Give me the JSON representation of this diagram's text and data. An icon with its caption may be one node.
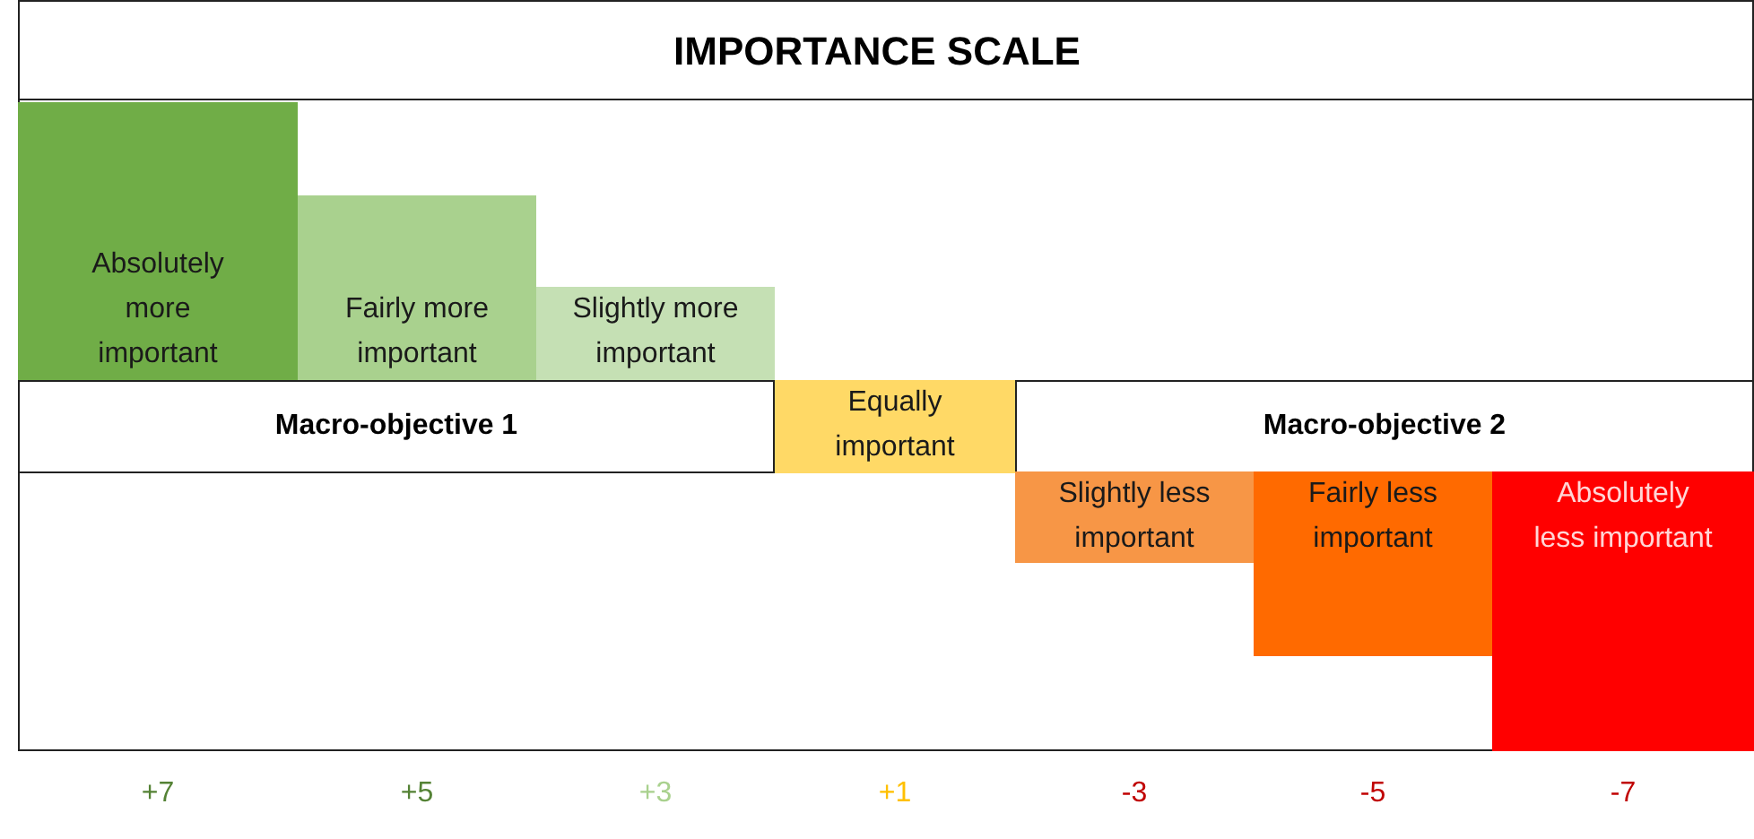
{
  "diagram": {
    "title": "IMPORTANCE SCALE",
    "nodes": [
      {
        "text": [
          "Absolutely more important"
        ]
      },
      {
        "text": [
          "Fairly more important"
        ]
      },
      {
        "text": [
          "Slightly more important"
        ]
      },
      {
        "text": [
          "Macro-objective 1"
        ]
      },
      {
        "text": [
          "Equally important"
        ]
      },
      {
        "text": [
          "Macro-objective 2"
        ]
      },
      {
        "text": [
          "Slightly less important"
        ]
      },
      {
        "text": [
          "Fairly less important"
        ]
      },
      {
        "text": [
          "Absolutely less important"
        ]
      }
    ],
    "labels": [
      "+7",
      "+5",
      "+3",
      "+1",
      "-3",
      "-5",
      "-7"
    ]
  }
}
